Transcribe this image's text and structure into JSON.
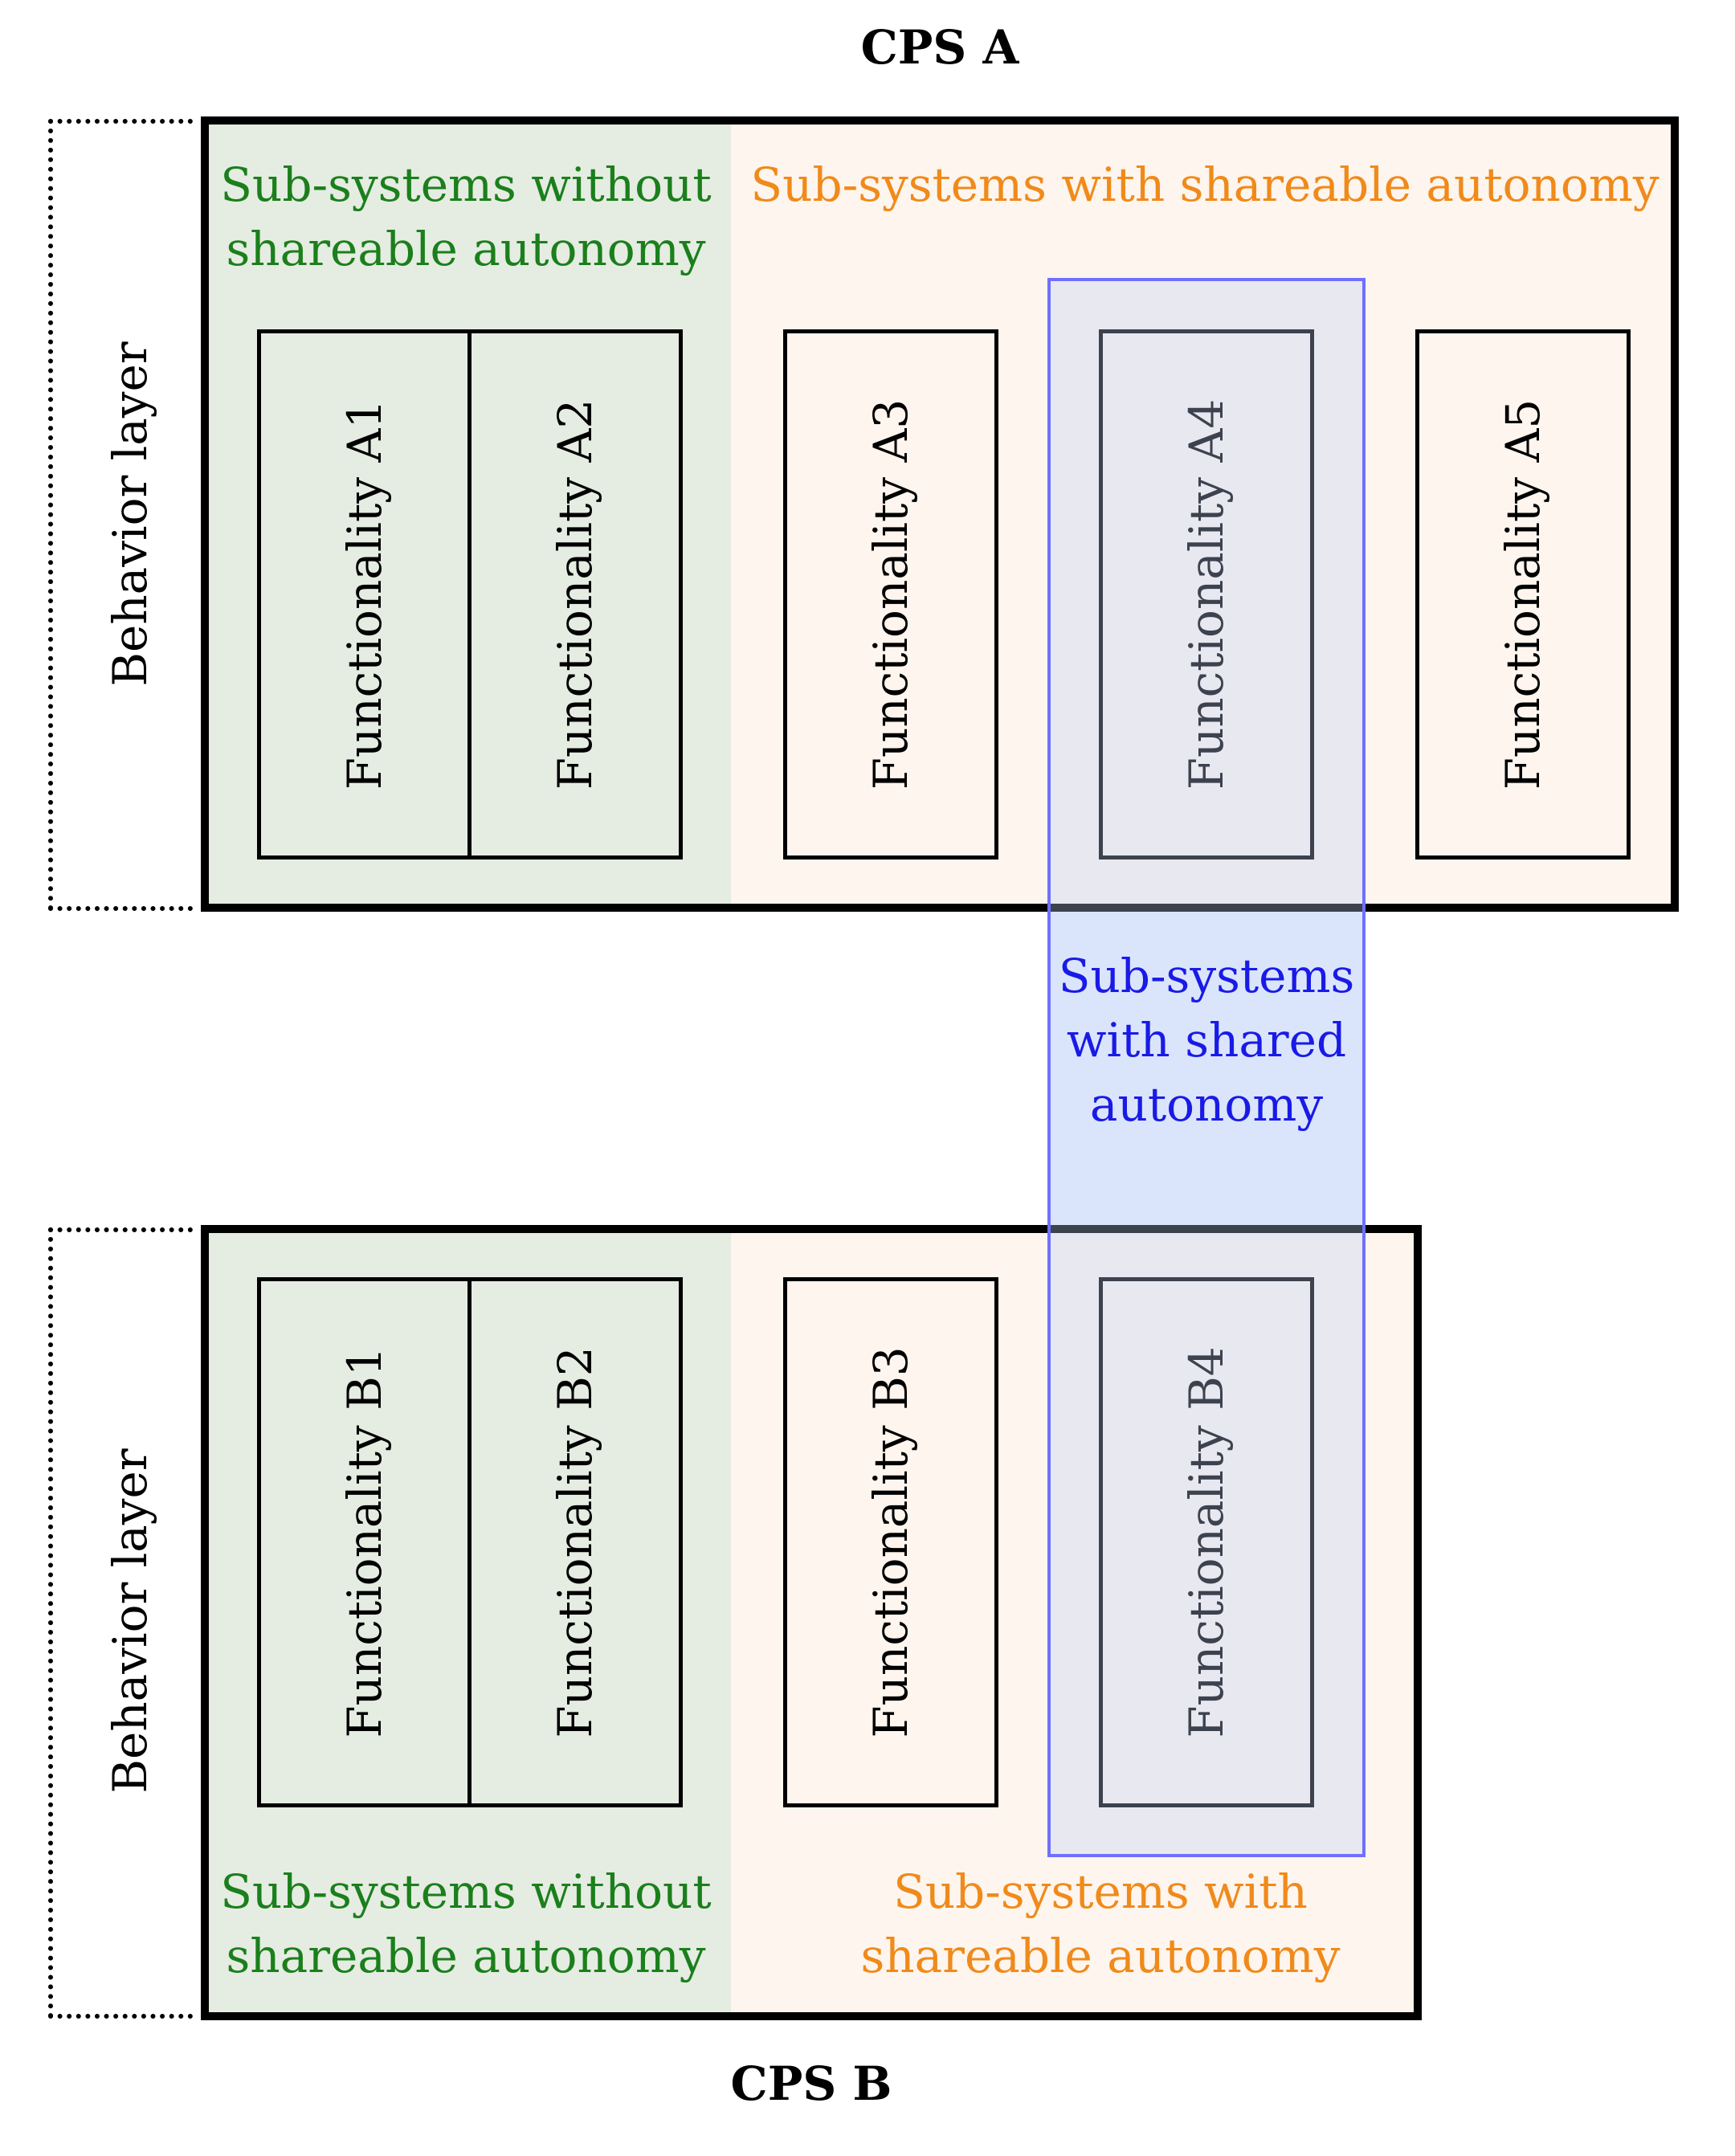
{
  "cps_a": {
    "title": "CPS A",
    "layer_label": "Behavior layer",
    "without_label": "Sub-systems without shareable autonomy",
    "with_label": "Sub-systems with shareable autonomy",
    "functionalities": [
      "Functionality A1",
      "Functionality A2",
      "Functionality A3",
      "Functionality A4",
      "Functionality A5"
    ]
  },
  "cps_b": {
    "title": "CPS B",
    "layer_label": "Behavior layer",
    "without_label": "Sub-systems without shareable autonomy",
    "with_label": "Sub-systems with shareable autonomy",
    "functionalities": [
      "Functionality B1",
      "Functionality B2",
      "Functionality B3",
      "Functionality B4"
    ]
  },
  "shared": {
    "label": "Sub-systems with shared autonomy"
  },
  "colors": {
    "green_region": "#e5ece2",
    "orange_region": "#fdf5ee",
    "green_text": "#1b7f1b",
    "orange_text": "#f08a1a",
    "blue_text": "#1a1ae6",
    "shared_border": "#7070ff"
  }
}
